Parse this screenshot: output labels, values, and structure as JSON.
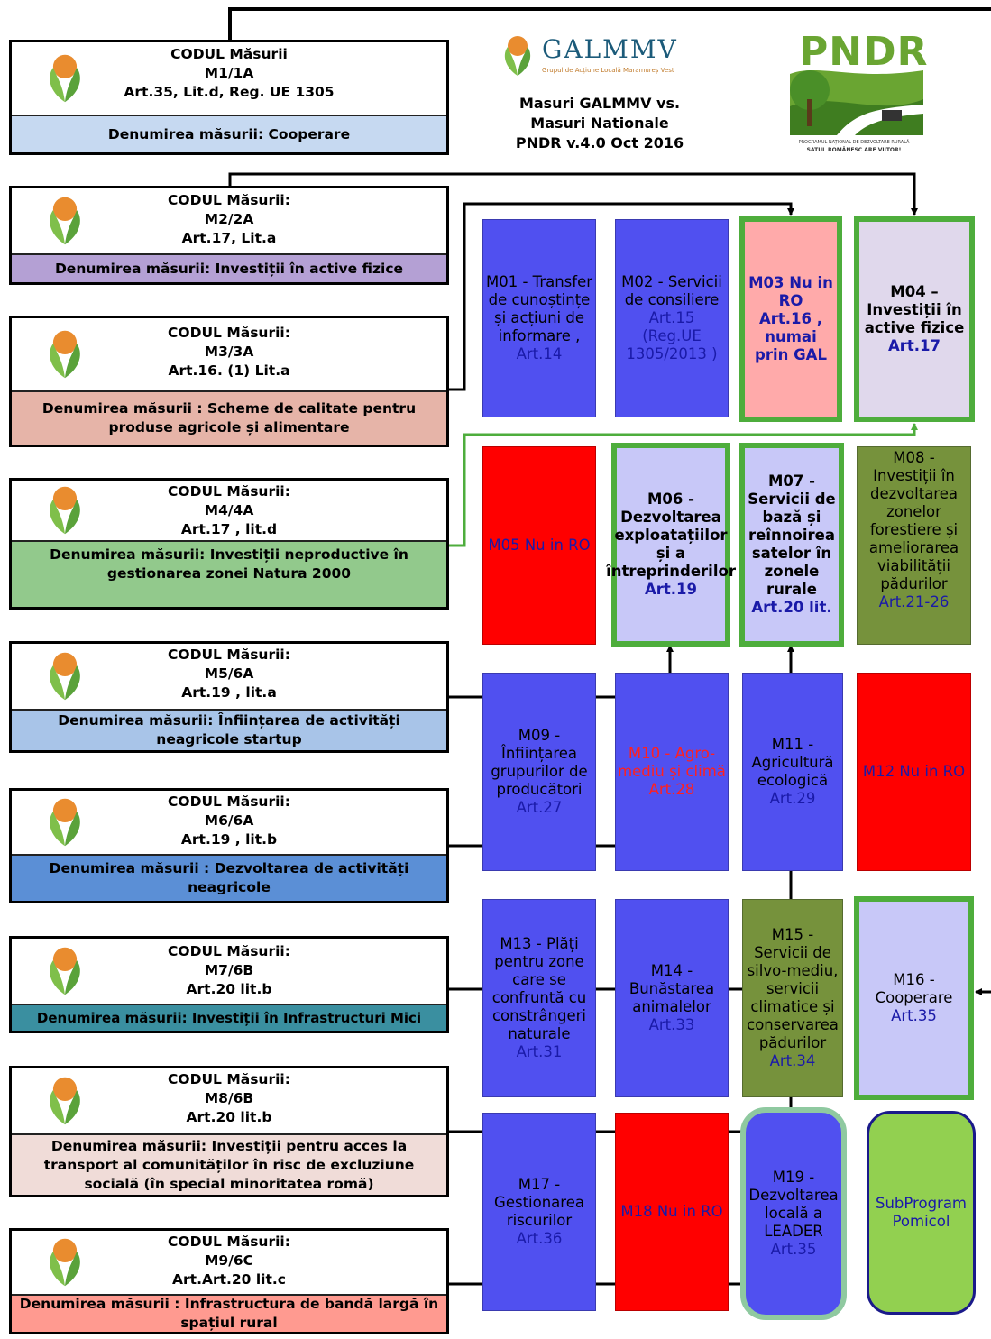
{
  "header": {
    "galmmv_name": "GALMMV",
    "galmmv_sub": "Grupul de Acțiune Locală Maramureș Vest",
    "title_lines": [
      "Masuri GALMMV vs.",
      "Masuri Nationale",
      "PNDR v.4.0 Oct 2016"
    ],
    "pndr_name": "PNDR",
    "pndr_sub1": "PROGRAMUL NAȚIONAL DE DEZVOLTARE RURALĂ",
    "pndr_sub2": "SATUL ROMÂNESC ARE VIITOR!"
  },
  "gal_measures": [
    {
      "lines": [
        "CODUL Măsurii",
        "M1/1A",
        "Art.35, Lit.d, Reg. UE 1305"
      ],
      "denumire": "Denumirea măsurii: Cooperare",
      "color": "#c6d9f1"
    },
    {
      "lines": [
        "CODUL Măsurii:",
        "M2/2A",
        "Art.17, Lit.a"
      ],
      "denumire": "Denumirea măsurii: Investiții în active fizice",
      "color": "#b4a0d4"
    },
    {
      "lines": [
        "CODUL Măsurii:",
        "M3/3A",
        "Art.16. (1) Lit.a"
      ],
      "denumire": "Denumirea măsurii : Scheme de calitate pentru produse agricole și alimentare",
      "color": "#e6b4a8"
    },
    {
      "lines": [
        "CODUL Măsurii:",
        "M4/4A",
        "Art.17 , lit.d"
      ],
      "denumire": "Denumirea măsurii: Investiții neproductive în gestionarea zonei Natura 2000",
      "color": "#92c98c"
    },
    {
      "lines": [
        "CODUL Măsurii:",
        "M5/6A",
        "Art.19 , lit.a"
      ],
      "denumire": "Denumirea măsurii: Înființarea de activități neagricole startup",
      "color": "#a8c4e8"
    },
    {
      "lines": [
        "CODUL Măsurii:",
        "M6/6A",
        "Art.19 , lit.b"
      ],
      "denumire": "Denumirea măsurii : Dezvoltarea de activități neagricole",
      "color": "#5b8fd6"
    },
    {
      "lines": [
        "CODUL Măsurii:",
        "M7/6B",
        "Art.20 lit.b"
      ],
      "denumire": "Denumirea măsurii: Investiții în Infrastructuri Mici",
      "color": "#3a8fa0"
    },
    {
      "lines": [
        "CODUL Măsurii:",
        "M8/6B",
        "Art.20 lit.b"
      ],
      "denumire": "Denumirea măsurii: Investiții pentru acces la transport al comunităților în risc de excluziune socială (în special minoritatea romă)",
      "color": "#f0dcd8"
    },
    {
      "lines": [
        "CODUL Măsurii:",
        "M9/6C",
        "Art.Art.20 lit.c"
      ],
      "denumire": "Denumirea măsurii : Infrastructura de bandă largă în spațiul rural",
      "color": "#ff9a90"
    }
  ],
  "national_measures": [
    {
      "id": "m01",
      "text": "M01 - Transfer de cunoștințe și acțiuni de informare ,",
      "art": "Art.14"
    },
    {
      "id": "m02",
      "text": "M02 - Servicii de consiliere",
      "art": "Art.15 (Reg.UE 1305/2013 )"
    },
    {
      "id": "m03",
      "text": "M03 Nu in RO",
      "art": "Art.16 , numai prin GAL"
    },
    {
      "id": "m04",
      "text": "M04 – Investiții în active fizice",
      "art": "Art.17"
    },
    {
      "id": "m05",
      "text": "M05 Nu in RO",
      "art": ""
    },
    {
      "id": "m06",
      "text": "M06 - Dezvoltarea exploatațiilor și a întreprinderilor",
      "art": "Art.19"
    },
    {
      "id": "m07",
      "text": "M07 - Servicii de bază și reînnoirea satelor în zonele rurale",
      "art": "Art.20 lit."
    },
    {
      "id": "m08",
      "text": "M08 - Investiții în dezvoltarea zonelor forestiere și ameliorarea viabilității pădurilor",
      "art": "Art.21-26"
    },
    {
      "id": "m09",
      "text": "M09 - Înființarea grupurilor de producători",
      "art": "Art.27"
    },
    {
      "id": "m10",
      "text": "M10 - Agro-mediu și climă",
      "art": "Art.28"
    },
    {
      "id": "m11",
      "text": "M11 - Agricultură ecologică",
      "art": "Art.29"
    },
    {
      "id": "m12",
      "text": "M12 Nu in RO",
      "art": ""
    },
    {
      "id": "m13",
      "text": "M13 - Plăți pentru zone care se confruntă cu constrângeri naturale",
      "art": "Art.31"
    },
    {
      "id": "m14",
      "text": "M14 - Bunăstarea animalelor",
      "art": "Art.33"
    },
    {
      "id": "m15",
      "text": "M15 - Servicii de silvo-mediu, servicii climatice și conservarea pădurilor",
      "art": "Art.34"
    },
    {
      "id": "m16",
      "text": "M16 - Cooperare",
      "art": "Art.35"
    },
    {
      "id": "m17",
      "text": "M17 - Gestionarea riscurilor",
      "art": "Art.36"
    },
    {
      "id": "m18",
      "text": "M18 Nu in RO",
      "art": ""
    },
    {
      "id": "m19",
      "text": "M19 - Dezvoltarea locală a LEADER",
      "art": "Art.35"
    },
    {
      "id": "sub",
      "text": "SubProgram Pomicol",
      "art": ""
    }
  ],
  "colors": {
    "blue": "#5050f0",
    "red": "#ff0000",
    "olive": "#76923c",
    "lavender": "#c8c8f8",
    "pink": "#ffaaaa",
    "highlight_border": "#4ead3c",
    "subprogram": "#92d050"
  }
}
